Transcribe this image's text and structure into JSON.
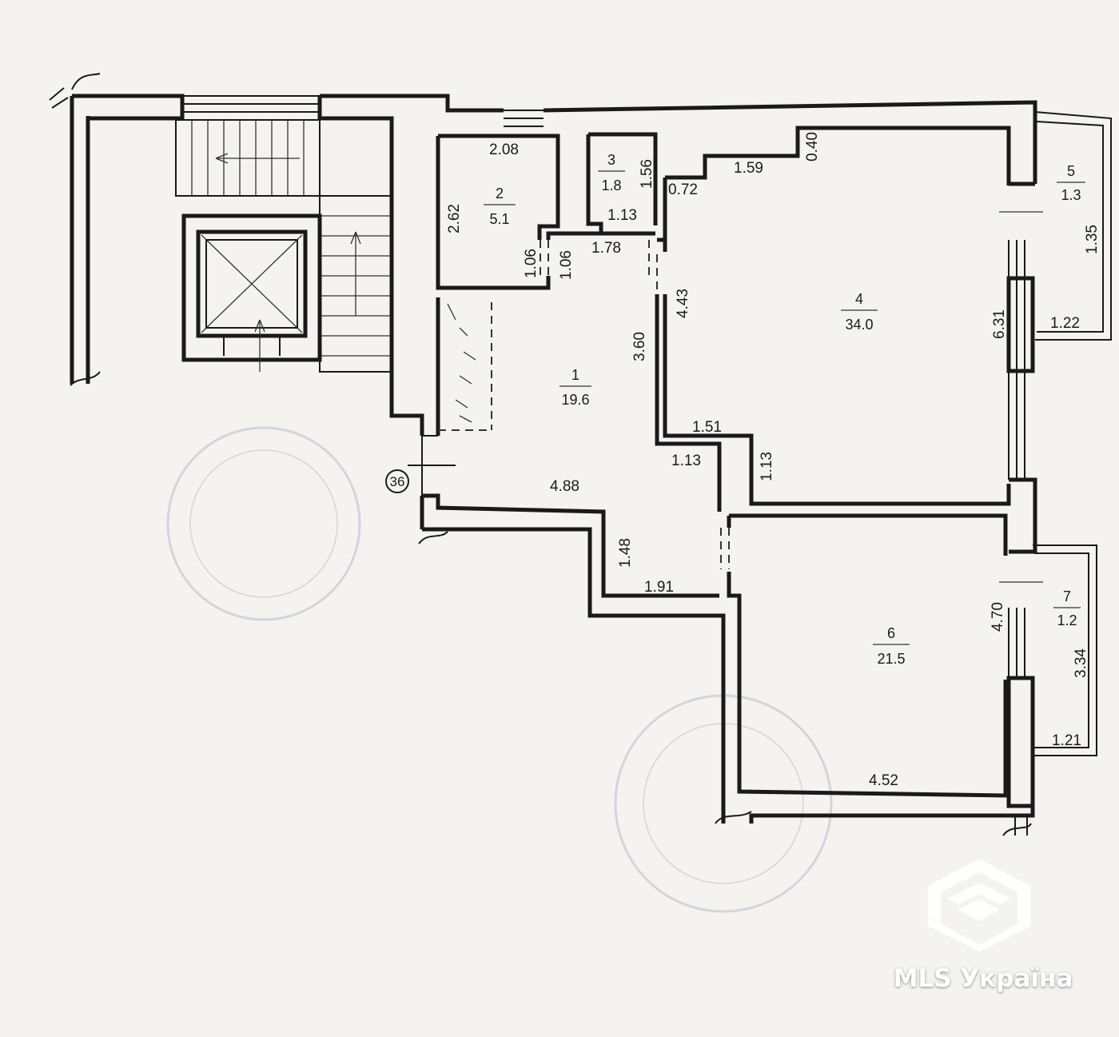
{
  "rooms": [
    {
      "number": "1",
      "area": "19.6"
    },
    {
      "number": "2",
      "area": "5.1"
    },
    {
      "number": "3",
      "area": "1.8"
    },
    {
      "number": "4",
      "area": "34.0"
    },
    {
      "number": "5",
      "area": "1.3"
    },
    {
      "number": "6",
      "area": "21.5"
    },
    {
      "number": "7",
      "area": "1.2"
    }
  ],
  "dimensions": {
    "d208": "2.08",
    "d262": "2.62",
    "d106a": "1.06",
    "d106b": "1.06",
    "d156": "1.56",
    "d113a": "1.13",
    "d178": "1.78",
    "d072": "0.72",
    "d159": "1.59",
    "d040": "0.40",
    "d443": "4.43",
    "d360": "3.60",
    "d631": "6.31",
    "d135": "1.35",
    "d122": "1.22",
    "d151": "1.51",
    "d113b": "1.13",
    "d113c": "1.13",
    "d488": "4.88",
    "d148": "1.48",
    "d191": "1.91",
    "d470": "4.70",
    "d334": "3.34",
    "d121": "1.21",
    "d452": "4.52"
  },
  "axis_marker": "36",
  "watermark": {
    "text": "MLS Україна",
    "icon": "mls-cube-logo-icon"
  }
}
